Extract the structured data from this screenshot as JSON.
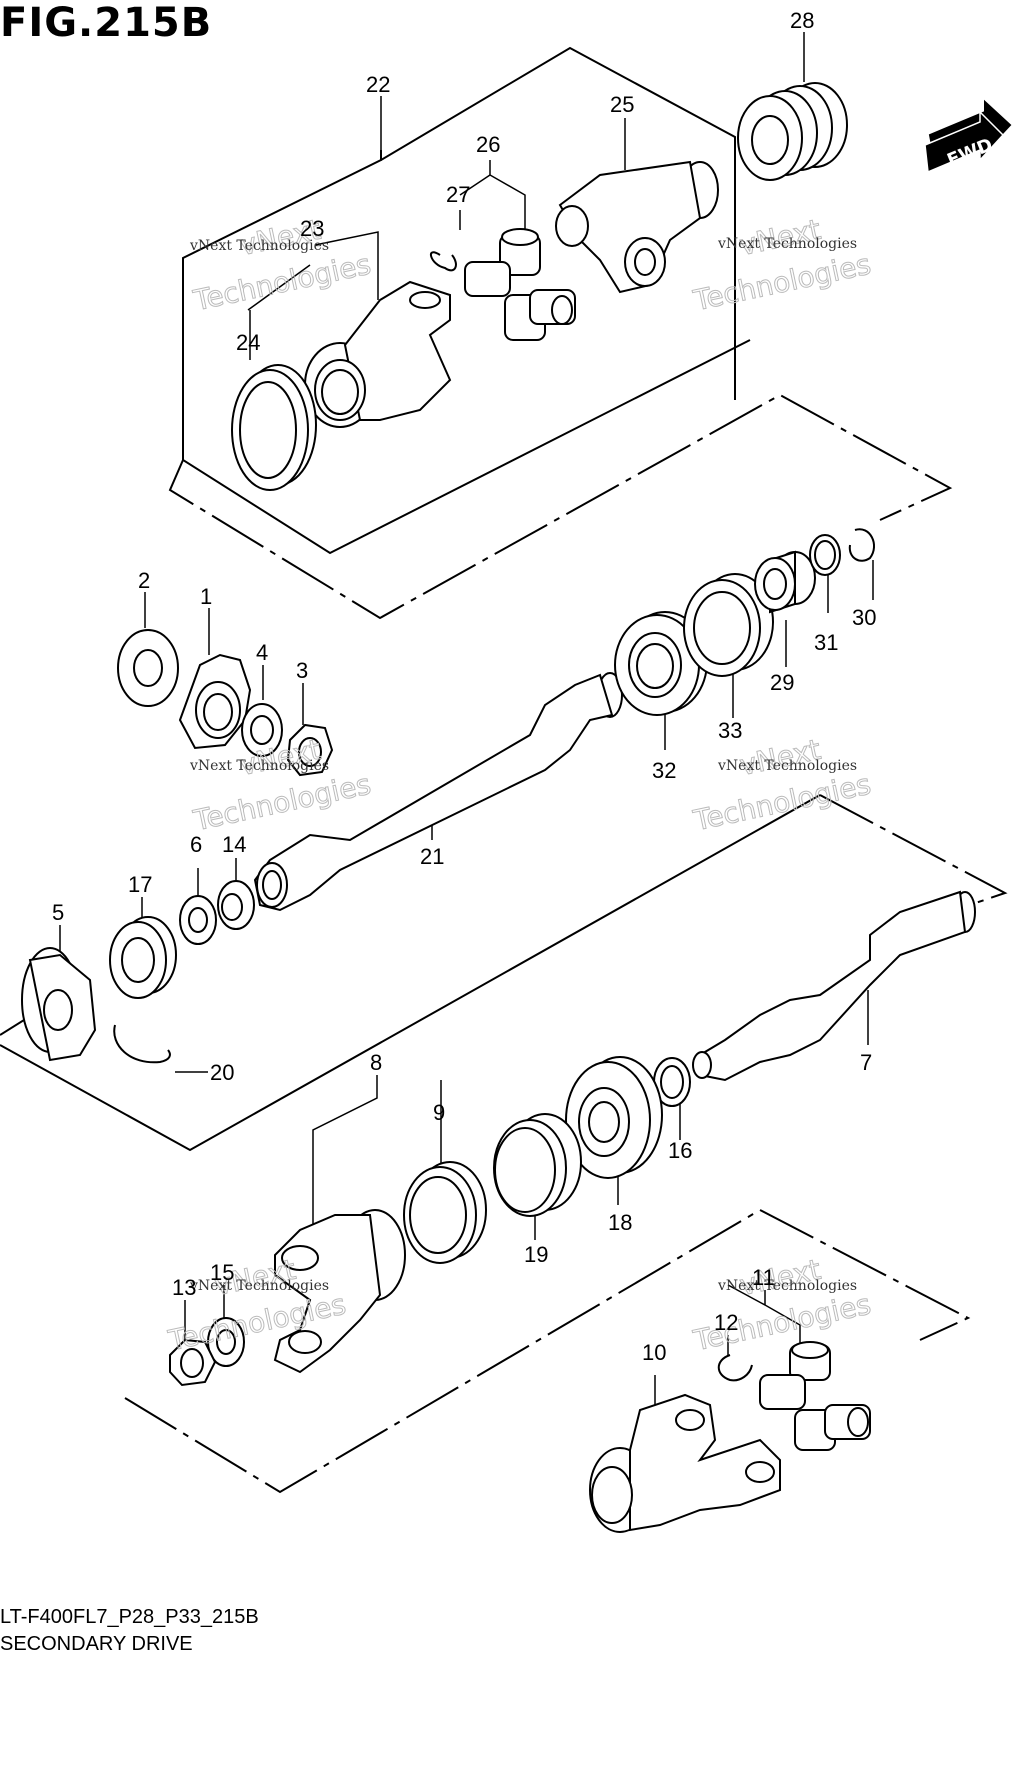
{
  "figure": {
    "title": "FIG.215B",
    "model_code": "LT-F400FL7_P28_P33_215B",
    "section_name": "SECONDARY DRIVE"
  },
  "direction_badge": "FWD",
  "watermark": {
    "line1": "vNext Technologies",
    "line2": "vNext",
    "line3": "Technologies"
  },
  "callouts": [
    "1",
    "2",
    "3",
    "4",
    "5",
    "6",
    "7",
    "8",
    "9",
    "10",
    "11",
    "12",
    "13",
    "14",
    "15",
    "16",
    "17",
    "18",
    "19",
    "20",
    "21",
    "22",
    "23",
    "24",
    "25",
    "26",
    "27",
    "28",
    "29",
    "30",
    "31",
    "32",
    "33"
  ]
}
